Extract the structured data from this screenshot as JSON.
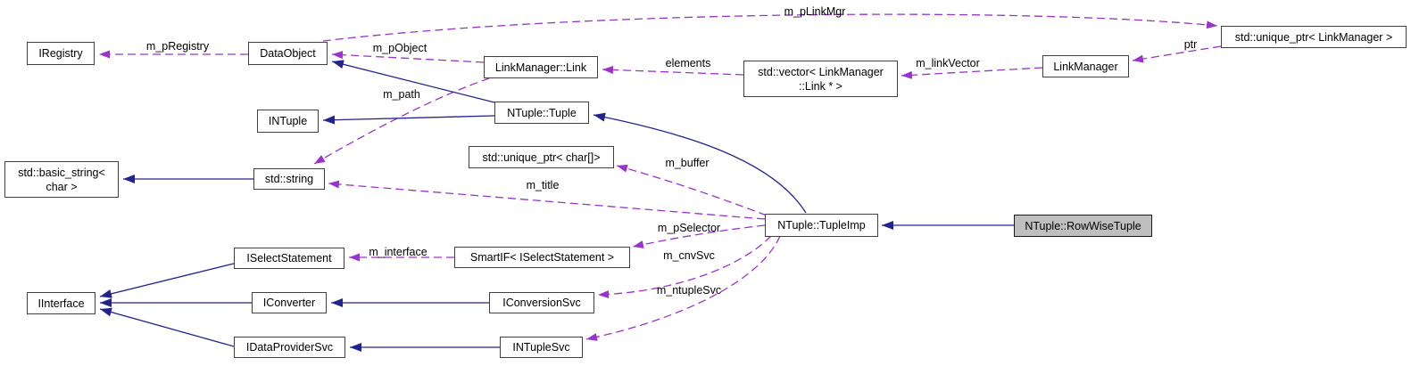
{
  "diagram": {
    "kind": "collaboration-graph",
    "focus_node": "NTuple::RowWiseTuple",
    "colors": {
      "background": "#ffffff",
      "inheritance_edge": "#23238d",
      "usage_edge": "#9a32cd",
      "node_border": "#404040",
      "node_fill": "#ffffff",
      "focus_node_fill": "#bfbfbf",
      "text": "#000000"
    },
    "nodes": [
      {
        "id": "iregistry",
        "label": "IRegistry"
      },
      {
        "id": "dataobject",
        "label": "DataObject"
      },
      {
        "id": "linkmanager-link",
        "label": "LinkManager::Link"
      },
      {
        "id": "vector-linkmanager-link",
        "label": "std::vector< LinkManager\n::Link * >"
      },
      {
        "id": "linkmanager",
        "label": "LinkManager"
      },
      {
        "id": "unique-ptr-linkmanager",
        "label": "std::unique_ptr< LinkManager >"
      },
      {
        "id": "intuple",
        "label": "INTuple"
      },
      {
        "id": "ntuple-tuple",
        "label": "NTuple::Tuple"
      },
      {
        "id": "unique-ptr-char-array",
        "label": "std::unique_ptr< char[]>"
      },
      {
        "id": "std-basic-string",
        "label": "std::basic_string<\nchar >"
      },
      {
        "id": "std-string",
        "label": "std::string"
      },
      {
        "id": "ntuple-tupleimp",
        "label": "NTuple::TupleImp"
      },
      {
        "id": "ntuple-rowwisetuple",
        "label": "NTuple::RowWiseTuple",
        "focus": true
      },
      {
        "id": "iselectstatement",
        "label": "ISelectStatement"
      },
      {
        "id": "smartif-iselectstatement",
        "label": "SmartIF< ISelectStatement >"
      },
      {
        "id": "iinterface",
        "label": "IInterface"
      },
      {
        "id": "iconverter",
        "label": "IConverter"
      },
      {
        "id": "iconversionsvc",
        "label": "IConversionSvc"
      },
      {
        "id": "idataprovidersvc",
        "label": "IDataProviderSvc"
      },
      {
        "id": "intuplesvc",
        "label": "INTupleSvc"
      }
    ],
    "edges": [
      {
        "from": "DataObject",
        "to": "IRegistry",
        "label": "m_pRegistry",
        "style": "dashed-usage"
      },
      {
        "from": "LinkManager::Link",
        "to": "DataObject",
        "label": "m_pObject",
        "style": "dashed-usage"
      },
      {
        "from": "DataObject",
        "to": "std::unique_ptr< LinkManager >",
        "label": "m_pLinkMgr",
        "style": "dashed-usage"
      },
      {
        "from": "std::vector< LinkManager::Link * >",
        "to": "LinkManager::Link",
        "label": "elements",
        "style": "dashed-usage"
      },
      {
        "from": "LinkManager",
        "to": "std::vector< LinkManager::Link * >",
        "label": "m_linkVector",
        "style": "dashed-usage"
      },
      {
        "from": "std::unique_ptr< LinkManager >",
        "to": "LinkManager",
        "label": "ptr",
        "style": "dashed-usage"
      },
      {
        "from": "LinkManager::Link",
        "to": "std::string",
        "label": "m_path",
        "style": "dashed-usage"
      },
      {
        "from": "NTuple::TupleImp",
        "to": "std::string",
        "label": "m_title",
        "style": "dashed-usage"
      },
      {
        "from": "NTuple::TupleImp",
        "to": "std::unique_ptr< char[]>",
        "label": "m_buffer",
        "style": "dashed-usage"
      },
      {
        "from": "NTuple::TupleImp",
        "to": "SmartIF< ISelectStatement >",
        "label": "m_pSelector",
        "style": "dashed-usage"
      },
      {
        "from": "NTuple::TupleImp",
        "to": "IConversionSvc",
        "label": "m_cnvSvc",
        "style": "dashed-usage"
      },
      {
        "from": "NTuple::TupleImp",
        "to": "INTupleSvc",
        "label": "m_ntupleSvc",
        "style": "dashed-usage"
      },
      {
        "from": "SmartIF< ISelectStatement >",
        "to": "ISelectStatement",
        "label": "m_interface",
        "style": "dashed-usage"
      },
      {
        "from": "NTuple::Tuple",
        "to": "DataObject",
        "label": "",
        "style": "solid-inheritance"
      },
      {
        "from": "NTuple::Tuple",
        "to": "INTuple",
        "label": "",
        "style": "solid-inheritance"
      },
      {
        "from": "NTuple::TupleImp",
        "to": "NTuple::Tuple",
        "label": "",
        "style": "solid-inheritance"
      },
      {
        "from": "NTuple::RowWiseTuple",
        "to": "NTuple::TupleImp",
        "label": "",
        "style": "solid-inheritance"
      },
      {
        "from": "std::string",
        "to": "std::basic_string< char >",
        "label": "",
        "style": "solid-inheritance"
      },
      {
        "from": "ISelectStatement",
        "to": "IInterface",
        "label": "",
        "style": "solid-inheritance"
      },
      {
        "from": "IConverter",
        "to": "IInterface",
        "label": "",
        "style": "solid-inheritance"
      },
      {
        "from": "IDataProviderSvc",
        "to": "IInterface",
        "label": "",
        "style": "solid-inheritance"
      },
      {
        "from": "IConversionSvc",
        "to": "IConverter",
        "label": "",
        "style": "solid-inheritance"
      },
      {
        "from": "INTupleSvc",
        "to": "IDataProviderSvc",
        "label": "",
        "style": "solid-inheritance"
      }
    ]
  }
}
